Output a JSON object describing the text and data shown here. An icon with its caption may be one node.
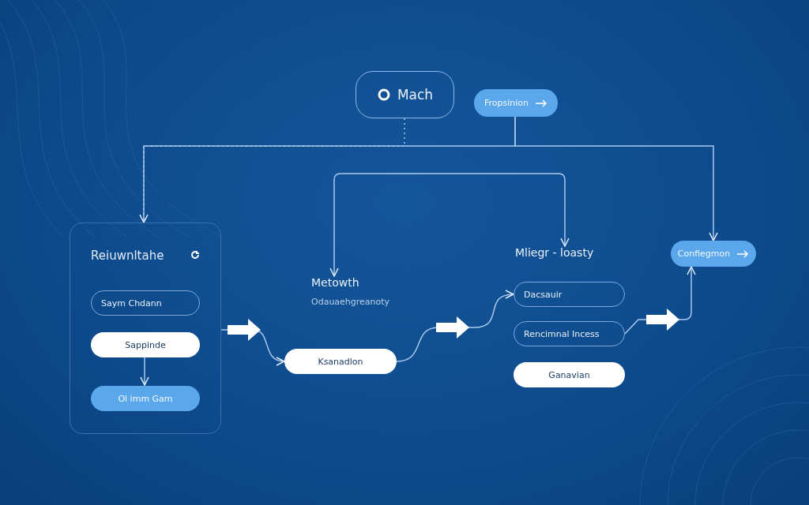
{
  "diagram": {
    "nodes": [
      {
        "text": [
          "Mach"
        ]
      },
      {
        "text": [
          "Fropsinion"
        ]
      },
      {
        "text": [
          "Reiuwnltahe"
        ]
      },
      {
        "text": [
          "Saym Chdann"
        ],
        "in": 2
      },
      {
        "text": [
          "Sappinde"
        ],
        "in": 2
      },
      {
        "text": [
          "Ol imm Gam"
        ],
        "in": 2
      },
      {
        "text": [
          "Metowth",
          "Odauaehgreanoty"
        ]
      },
      {
        "text": [
          "Ksanadlon"
        ]
      },
      {
        "text": [
          "Mliegr - loasty"
        ]
      },
      {
        "text": [
          "Dacsauir"
        ]
      },
      {
        "text": [
          "Rencimnal Incess"
        ]
      },
      {
        "text": [
          "Ganavian"
        ]
      },
      {
        "text": [
          "Confiegmon"
        ]
      }
    ],
    "edges": [
      {
        "from": 1,
        "to": 2,
        "arrow": "to"
      },
      {
        "from": 1,
        "to": 12,
        "arrow": "to"
      },
      {
        "from": 0,
        "to": 2,
        "arrow": "none",
        "style": "dashed"
      },
      {
        "from": 6,
        "to": 8,
        "arrow": "both"
      },
      {
        "from": 2,
        "to": 7,
        "arrow": "to"
      },
      {
        "from": 7,
        "to": 9,
        "arrow": "to"
      },
      {
        "from": 10,
        "to": 12,
        "arrow": "to"
      },
      {
        "from": 4,
        "to": 5,
        "arrow": "to"
      }
    ]
  }
}
